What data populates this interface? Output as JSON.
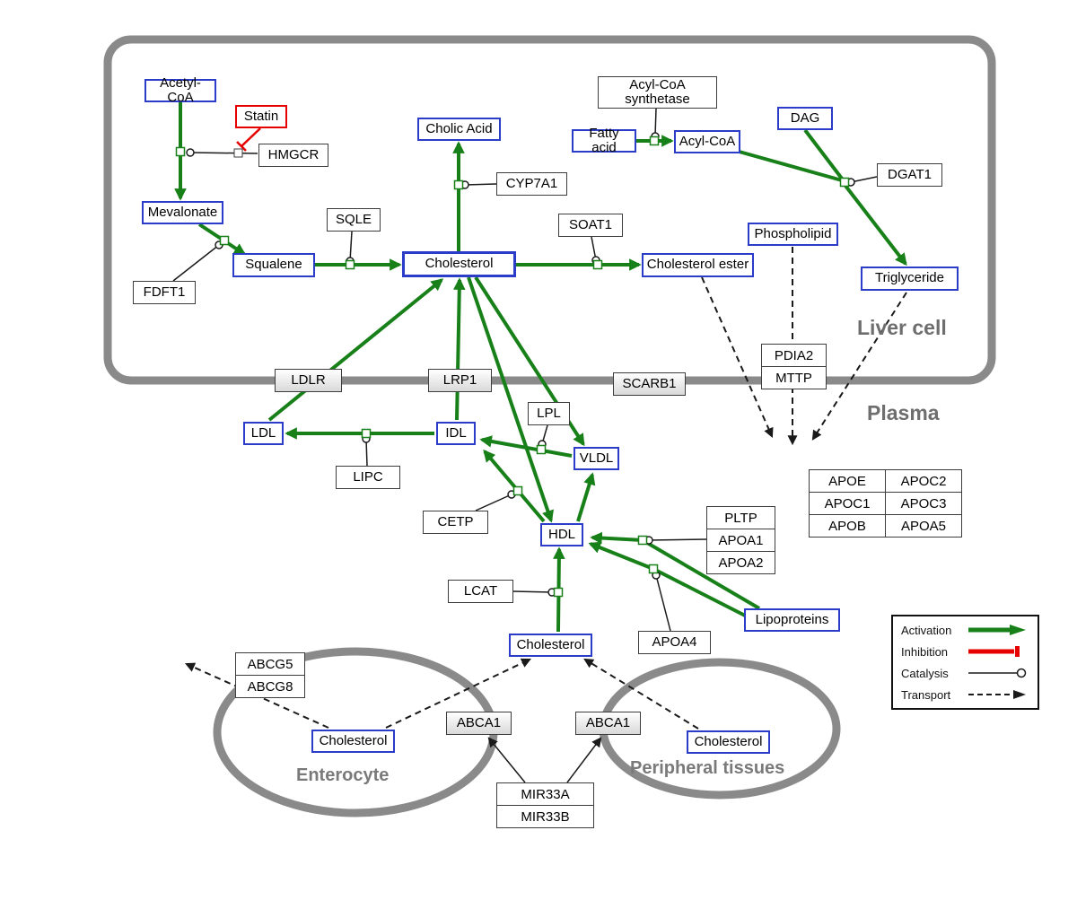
{
  "compartments": {
    "liver": "Liver cell",
    "plasma": "Plasma",
    "enterocyte": "Enterocyte",
    "peripheral": "Peripheral tissues"
  },
  "nodes": {
    "acetyl_coa": "Acetyl-CoA",
    "statin": "Statin",
    "hmgcr": "HMGCR",
    "mevalonate": "Mevalonate",
    "fdft1": "FDFT1",
    "squalene": "Squalene",
    "sqle": "SQLE",
    "cholesterol_liver": "Cholesterol",
    "cholic_acid": "Cholic Acid",
    "cyp7a1": "CYP7A1",
    "soat1": "SOAT1",
    "fatty_acid": "Fatty acid",
    "acyl_coa": "Acyl-CoA",
    "acyl_coa_synthetase": "Acyl-CoA synthetase",
    "dag": "DAG",
    "dgat1": "DGAT1",
    "phospholipid": "Phospholipid",
    "cholesterol_ester": "Cholesterol ester",
    "triglyceride": "Triglyceride",
    "pdia2": "PDIA2",
    "mttp": "MTTP",
    "ldlr": "LDLR",
    "lrp1": "LRP1",
    "scarb1": "SCARB1",
    "lpl": "LPL",
    "ldl": "LDL",
    "idl": "IDL",
    "vldl": "VLDL",
    "lipc": "LIPC",
    "cetp": "CETP",
    "hdl": "HDL",
    "lcat": "LCAT",
    "pltp": "PLTP",
    "apoa1": "APOA1",
    "apoa2": "APOA2",
    "apoe": "APOE",
    "apoc2": "APOC2",
    "apoc1": "APOC1",
    "apoc3": "APOC3",
    "apob": "APOB",
    "apoa5": "APOA5",
    "apoa4": "APOA4",
    "lipoproteins": "Lipoproteins",
    "cholesterol_plasma": "Cholesterol",
    "abcg5": "ABCG5",
    "abcg8": "ABCG8",
    "cholesterol_enterocyte": "Cholesterol",
    "abca1_enterocyte": "ABCA1",
    "abca1_peripheral": "ABCA1",
    "cholesterol_peripheral": "Cholesterol",
    "mir33a": "MIR33A",
    "mir33b": "MIR33B"
  },
  "legend": {
    "activation": "Activation",
    "inhibition": "Inhibition",
    "catalysis": "Catalysis",
    "transport": "Transport"
  },
  "colors": {
    "activation_green": "#188018",
    "inhibition_red": "#e60000",
    "metabolite_border_blue": "#2a3cc8",
    "membrane_gray": "#8a8a8a"
  }
}
